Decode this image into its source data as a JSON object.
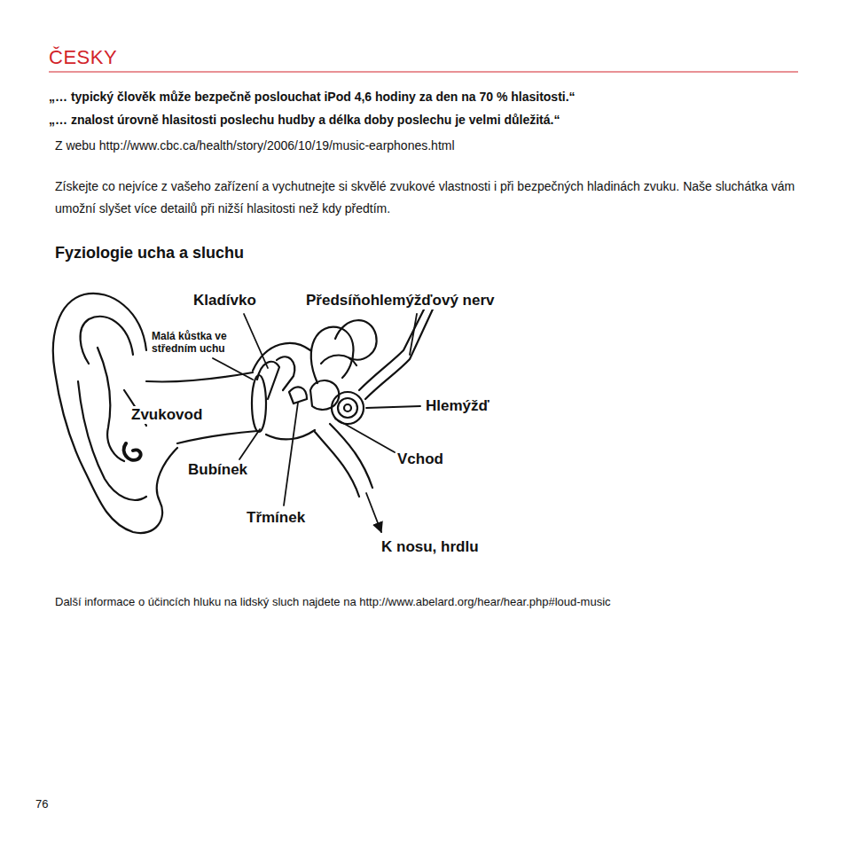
{
  "diagram": {
    "title": "ČESKY",
    "labels": [
      "„… typický člověk může bezpečně poslouchat iPod 4,6 hodiny za den na 70 % hlasitosti.“",
      "„… znalost úrovně hlasitosti poslechu hudby a délka doby poslechu je velmi důležitá.“",
      "Z webu http://www.cbc.ca/health/story/2006/10/19/music-earphones.html",
      "Získejte co nejvíce z vašeho zařízení a vychutnejte si skvělé zvukové vlastnosti i při bezpečných hladinách zvuku. Naše sluchátka vám umožní slyšet více detailů při nižší hlasitosti než kdy předtím.",
      "Fyziologie ucha a sluchu",
      "Kladívko",
      "Předsíňohlemýžďový nerv",
      "Malá kůstka ve středním uchu",
      "Hlemýžď",
      "Zvukovod",
      "Vchod",
      "Bubínek",
      "Třmínek",
      "K nosu, hrdlu",
      "Další informace o účincích hluku na lidský sluch najdete na http://www.abelard.org/hear/hear.php#loud-music",
      "76"
    ]
  }
}
